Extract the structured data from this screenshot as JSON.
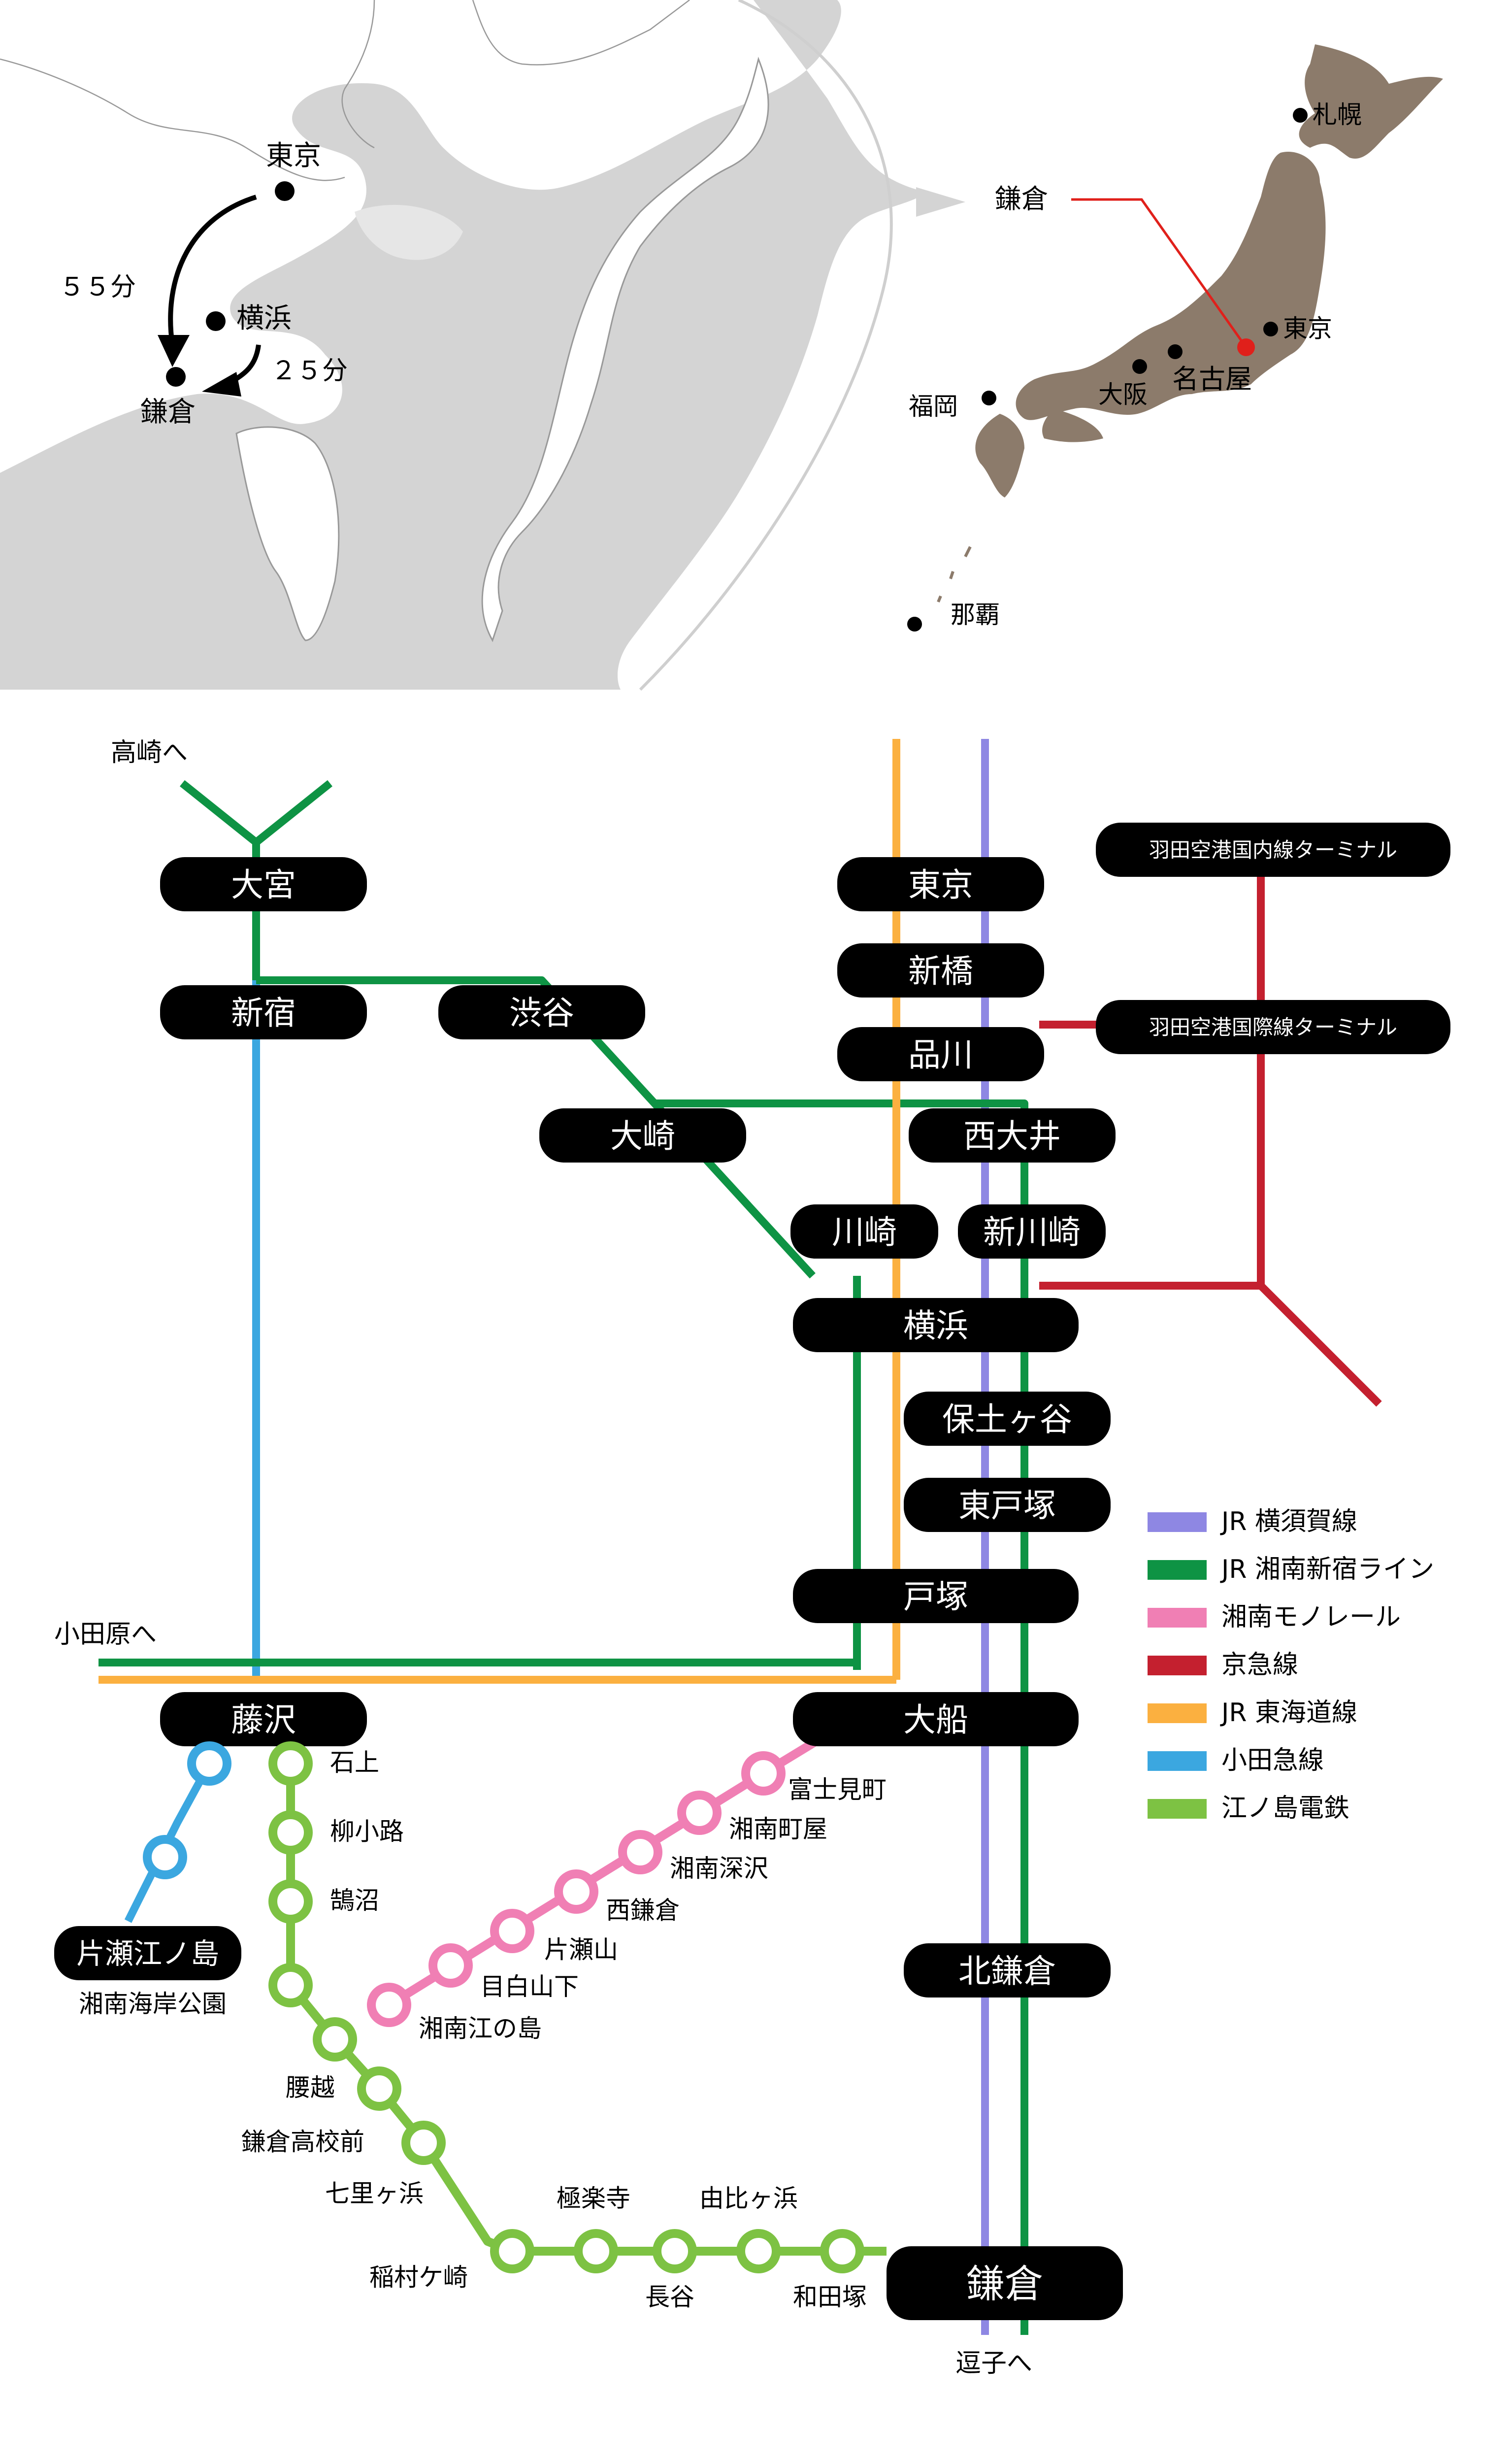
{
  "regional_map": {
    "cities": [
      "東京",
      "横浜",
      "鎌倉"
    ],
    "times": {
      "tokyo_kamakura": "５５分",
      "yokohama_kamakura": "２５分"
    }
  },
  "japan_map": {
    "cities": [
      "札幌",
      "東京",
      "名古屋",
      "大阪",
      "福岡",
      "那覇"
    ],
    "callout": "鎌倉"
  },
  "stations": {
    "omiya": "大宮",
    "shinjuku": "新宿",
    "shibuya": "渋谷",
    "osaki": "大崎",
    "tokyo": "東京",
    "shimbashi": "新橋",
    "shinagawa": "品川",
    "nishioi": "西大井",
    "kawasaki": "川崎",
    "shinkawasaki": "新川崎",
    "yokohama": "横浜",
    "hodogaya": "保土ヶ谷",
    "higashitotsuka": "東戸塚",
    "totsuka": "戸塚",
    "ofuna": "大船",
    "fujisawa": "藤沢",
    "katase": "片瀬江ノ島",
    "kitakamakura": "北鎌倉",
    "kamakura": "鎌倉",
    "haneda_dom": "羽田空港国内線ターミナル",
    "haneda_intl": "羽田空港国際線ターミナル"
  },
  "directions": {
    "takasaki": "高崎へ",
    "odawara": "小田原へ",
    "zushi": "逗子へ"
  },
  "enoden_stops": [
    "石上",
    "柳小路",
    "鵠沼",
    "湘南海岸公園",
    "腰越",
    "鎌倉高校前",
    "七里ヶ浜",
    "稲村ケ崎",
    "極楽寺",
    "長谷",
    "由比ヶ浜",
    "和田塚"
  ],
  "monorail_stops": [
    "富士見町",
    "湘南町屋",
    "湘南深沢",
    "西鎌倉",
    "片瀬山",
    "目白山下",
    "湘南江の島"
  ],
  "legend": [
    {
      "label": "JR 横須賀線",
      "color": "#8e87e3"
    },
    {
      "label": "JR 湘南新宿ライン",
      "color": "#0e9344"
    },
    {
      "label": "湘南モノレール",
      "color": "#f07fb4"
    },
    {
      "label": "京急線",
      "color": "#c4202f"
    },
    {
      "label": "JR 東海道線",
      "color": "#fbb040"
    },
    {
      "label": "小田急線",
      "color": "#3ba7e0"
    },
    {
      "label": "江ノ島電鉄",
      "color": "#7dc243"
    }
  ],
  "colors": {
    "land_gray": "#d4d4d4",
    "japan_brown": "#8c7b6b",
    "badge": "#000000",
    "callout_red": "#e0201b"
  }
}
